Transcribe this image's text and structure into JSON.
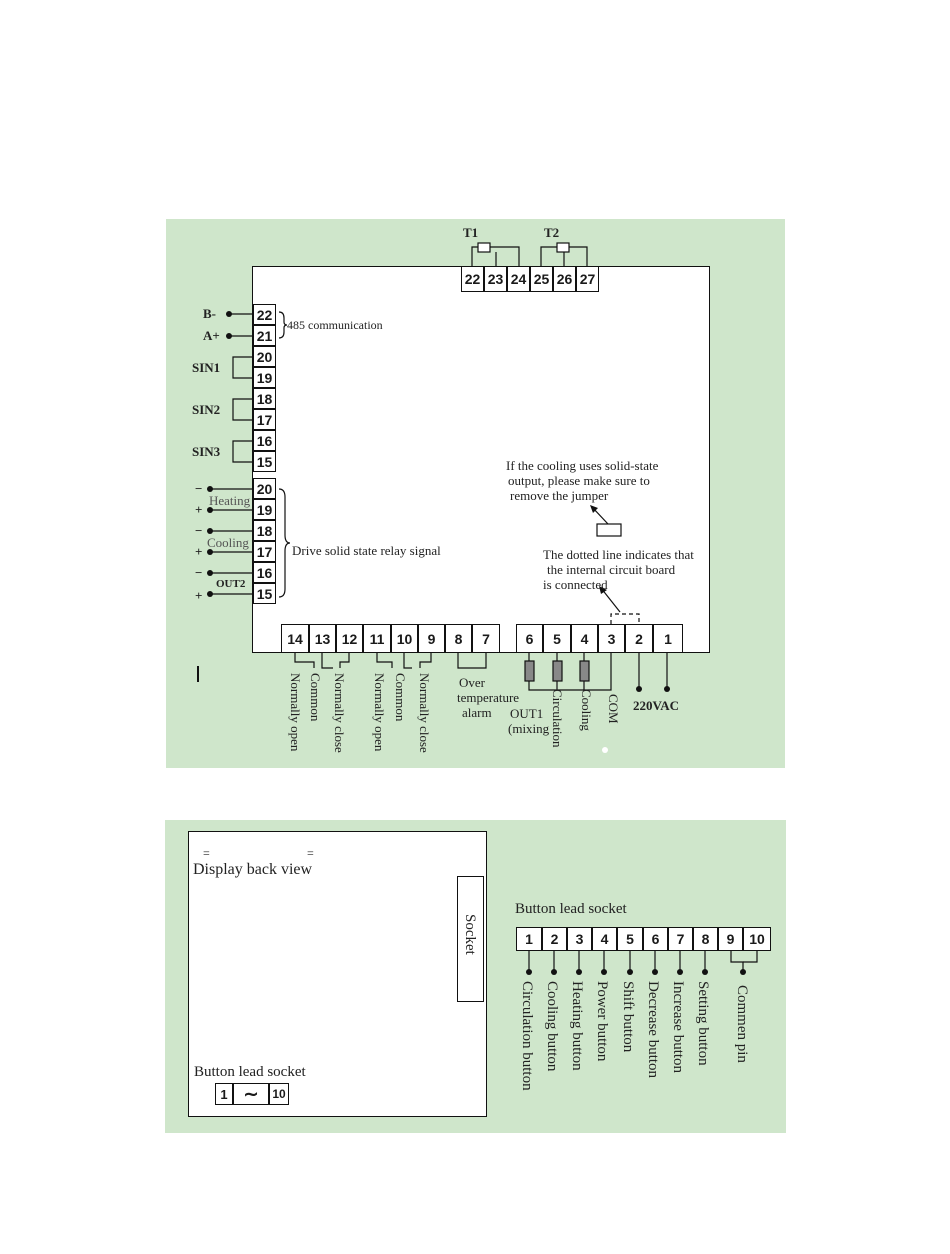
{
  "top_diagram": {
    "sensor_labels": [
      "T1",
      "T2"
    ],
    "top_terminals": [
      "22",
      "23",
      "24",
      "25",
      "26",
      "27"
    ],
    "left_terminals": [
      "22",
      "21",
      "20",
      "19",
      "18",
      "17",
      "16",
      "15",
      "20",
      "19",
      "18",
      "17",
      "16",
      "15"
    ],
    "bottom_terminals": [
      "14",
      "13",
      "12",
      "11",
      "10",
      "9",
      "8",
      "7",
      "6",
      "5",
      "4",
      "3",
      "2",
      "1"
    ],
    "rs485": {
      "b_minus": "B-",
      "a_plus": "A+",
      "label": "485 communication"
    },
    "switch_inputs": [
      "SIN1",
      "SIN2",
      "SIN3"
    ],
    "ssr": {
      "heating": "Heating",
      "cooling": "Cooling",
      "out2": "OUT2",
      "minus": "−",
      "plus": "+",
      "label": "Drive solid state relay signal"
    },
    "note_jumper": [
      "If the cooling uses solid-state",
      "output, please make sure to",
      "remove the jumper"
    ],
    "note_dotted": [
      "The dotted line indicates that",
      "the internal circuit board",
      "is connected"
    ],
    "relay_labels": {
      "no_1": "Normally open",
      "com_1": "Common",
      "nc_1": "Normally close",
      "no_2": "Normally open",
      "com_2": "Common",
      "nc_2": "Normally close",
      "alarm": [
        "Over",
        "temperature",
        "alarm"
      ],
      "out1": [
        "OUT1",
        "(mixing"
      ],
      "circulation": "Circulation",
      "cooling": "Cooling",
      "com": "COM",
      "power": "220VAC"
    }
  },
  "bottom_diagram": {
    "display_title": "Display back view",
    "socket_label": "Socket",
    "small_socket_title": "Button lead socket",
    "small_socket": [
      "1",
      "10"
    ],
    "lead_socket_title": "Button lead socket",
    "lead_terminals": [
      "1",
      "2",
      "3",
      "4",
      "5",
      "6",
      "7",
      "8",
      "9",
      "10"
    ],
    "lead_labels": [
      "Circulation button",
      "Cooling button",
      "Heating button",
      "Power button",
      "Shift button",
      "Decrease button",
      "Increase button",
      "Setting button",
      "Commen pin"
    ]
  }
}
